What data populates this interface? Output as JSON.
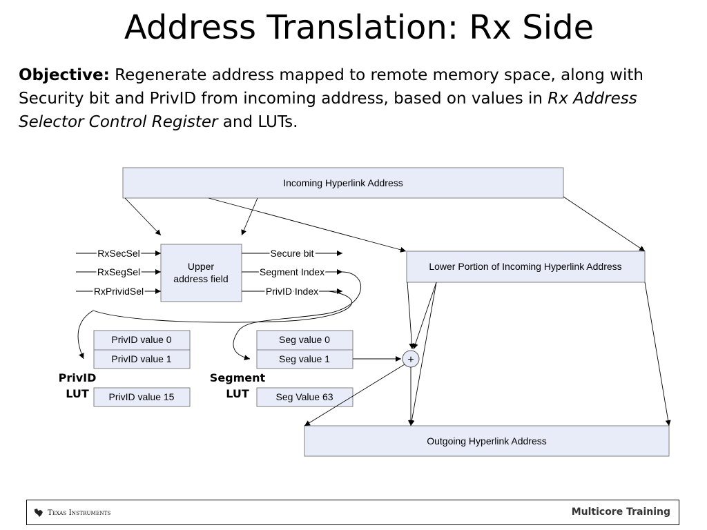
{
  "slide": {
    "title": "Address Translation: Rx Side",
    "objective": {
      "label": "Objective:",
      "text1": " Regenerate address mapped to remote memory space, along with Security bit and PrivID from incoming address, based on values in ",
      "italic": "Rx Address Selector Control Register",
      "text2": " and LUTs."
    }
  },
  "diagram": {
    "incoming_address": "Incoming Hyperlink Address",
    "upper_field_line1": "Upper",
    "upper_field_line2": "address field",
    "lower_portion": "Lower Portion of Incoming Hyperlink Address",
    "outgoing_address": "Outgoing Hyperlink Address",
    "inputs": [
      "RxSecSel",
      "RxSegSel",
      "RxPrividSel"
    ],
    "outputs": [
      "Secure bit",
      "Segment Index",
      "PrivID Index"
    ],
    "privid_lut": {
      "entries": [
        "PrivID value 0",
        "PrivID value 1",
        "PrivID value 15"
      ],
      "label_line1": "PrivID",
      "label_line2": "LUT"
    },
    "seg_lut": {
      "entries": [
        "Seg value 0",
        "Seg value 1",
        "Seg Value 63"
      ],
      "label_line1": "Segment",
      "label_line2": "LUT"
    },
    "adder_symbol": "+"
  },
  "footer": {
    "left_logo_text": "Texas Instruments",
    "right_text": "Multicore Training"
  }
}
